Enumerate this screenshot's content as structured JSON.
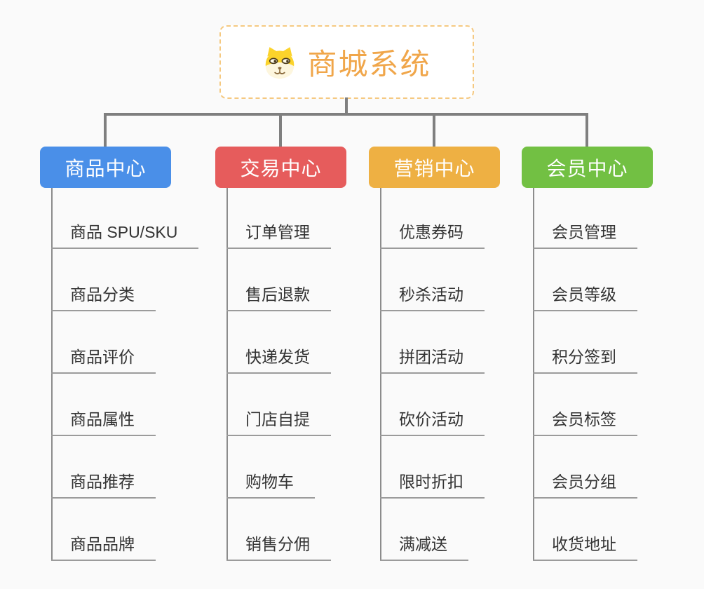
{
  "background": "#FAFAFA",
  "connector_color": "#7F7F7F",
  "root": {
    "title": "商城系统",
    "icon": "dog-face-icon",
    "title_color": "#F0A64A",
    "border_color": "#F5C981"
  },
  "branches": [
    {
      "label": "商品中心",
      "color": "#4A8FE8",
      "items": [
        "商品 SPU/SKU",
        "商品分类",
        "商品评价",
        "商品属性",
        "商品推荐",
        "商品品牌"
      ]
    },
    {
      "label": "交易中心",
      "color": "#E65C5C",
      "items": [
        "订单管理",
        "售后退款",
        "快递发货",
        "门店自提",
        "购物车",
        "销售分佣"
      ]
    },
    {
      "label": "营销中心",
      "color": "#EEB043",
      "items": [
        "优惠券码",
        "秒杀活动",
        "拼团活动",
        "砍价活动",
        "限时折扣",
        "满减送"
      ]
    },
    {
      "label": "会员中心",
      "color": "#72C043",
      "items": [
        "会员管理",
        "会员等级",
        "积分签到",
        "会员标签",
        "会员分组",
        "收货地址"
      ]
    }
  ]
}
